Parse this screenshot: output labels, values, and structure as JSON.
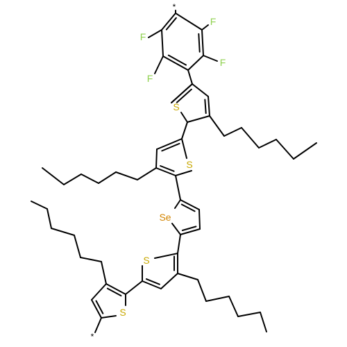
{
  "colors": {
    "bond": "#000000",
    "fluorine": "#8fd14f",
    "sulfur": "#c8a800",
    "selenium": "#d28400",
    "background": "#ffffff"
  },
  "atom_labels": {
    "F1": "F",
    "F2": "F",
    "F3": "F",
    "F4": "F",
    "S1": "S",
    "S2": "S",
    "Se": "Se",
    "S3": "S",
    "S4": "S",
    "star_top": "*",
    "star_bottom": "*"
  }
}
